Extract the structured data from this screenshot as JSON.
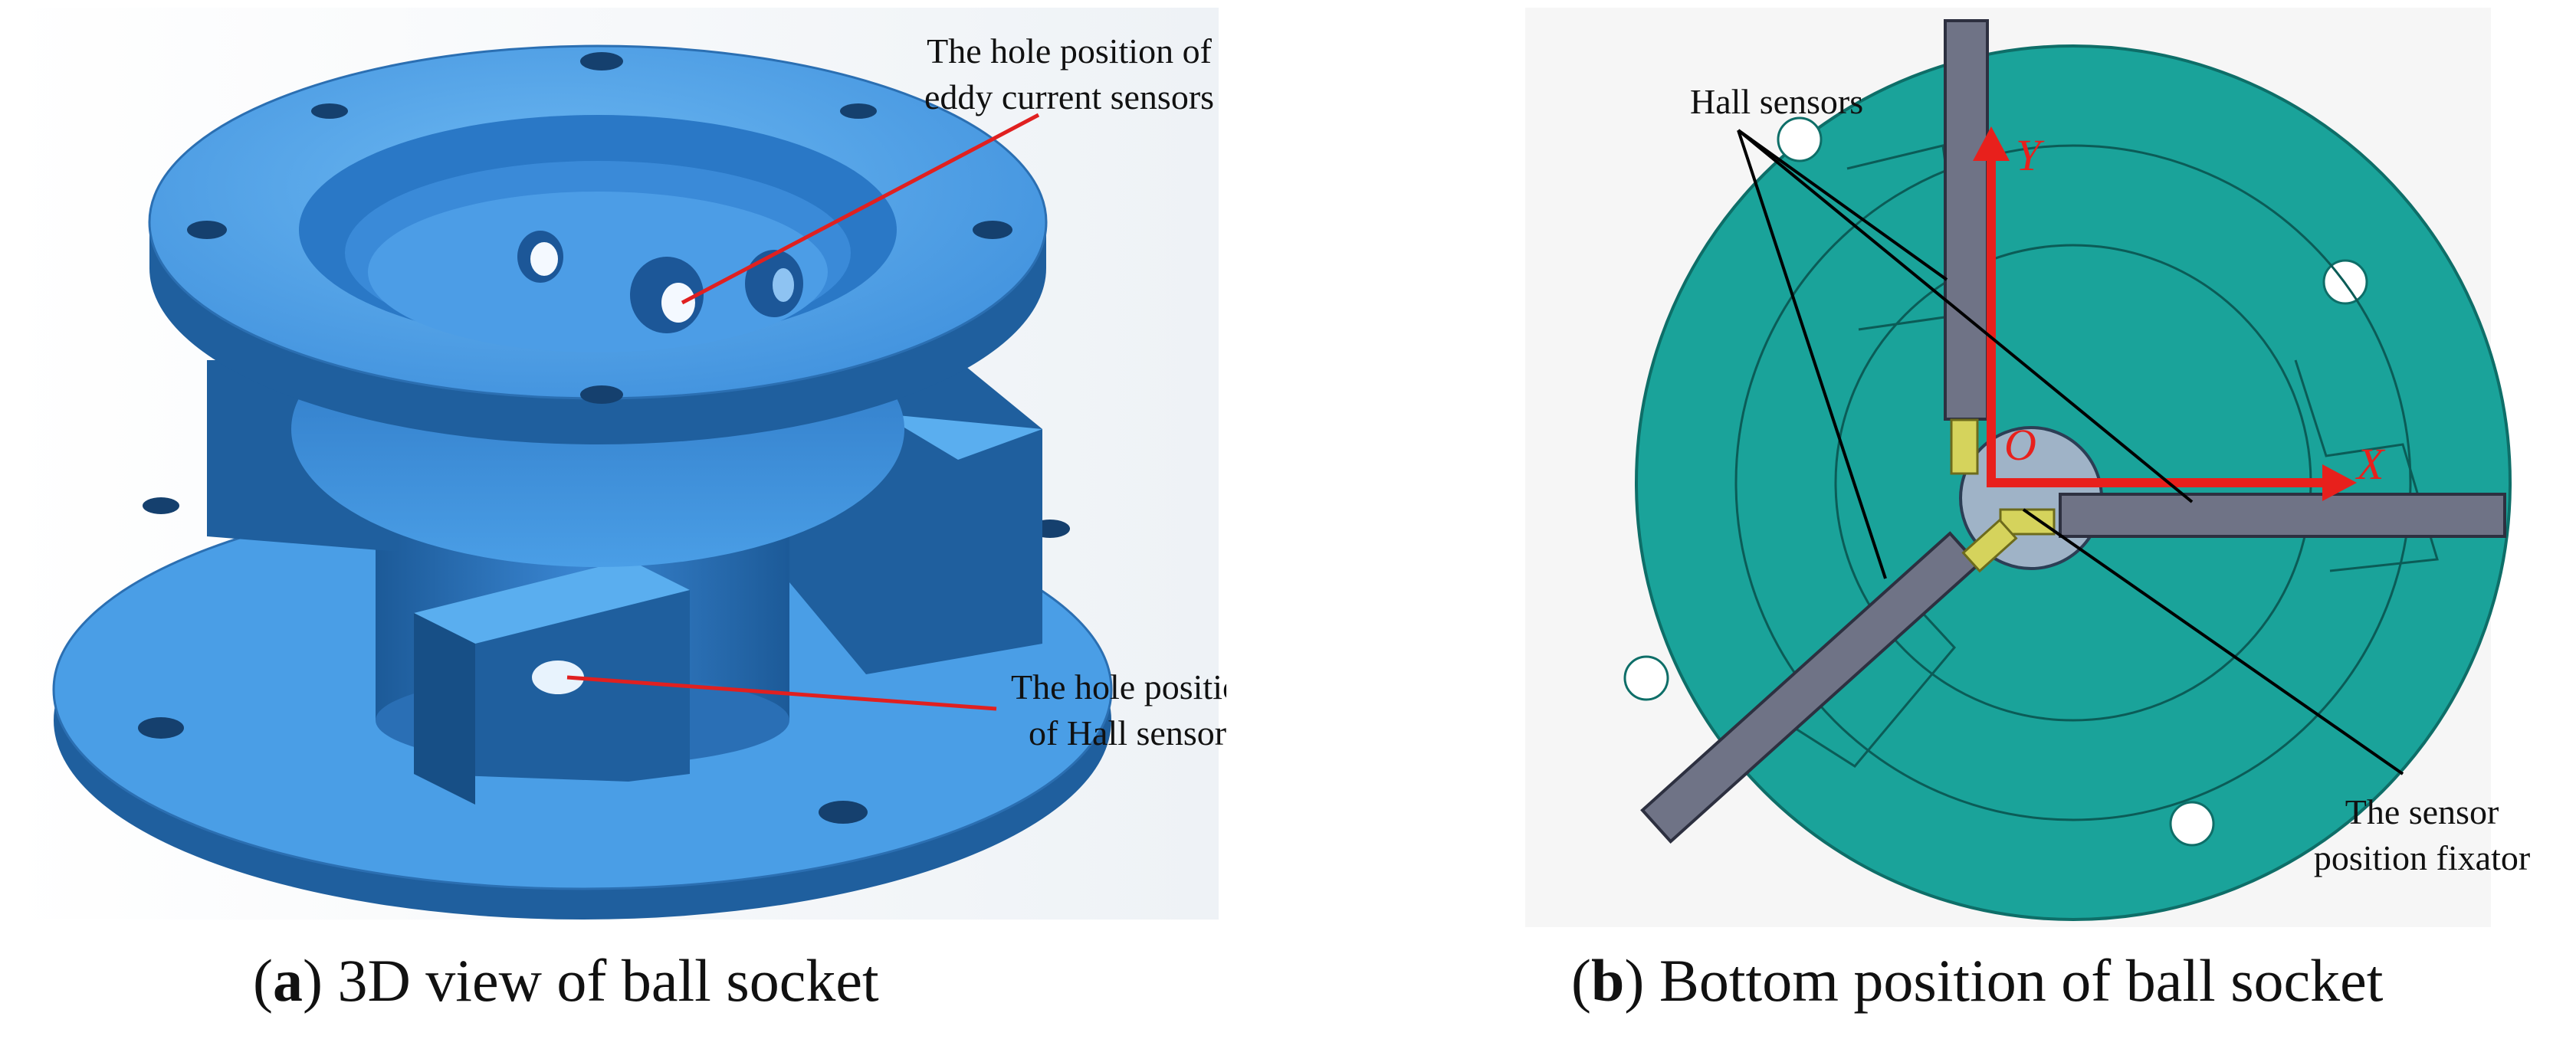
{
  "panel_a": {
    "label_eddy_line1": "The hole position of",
    "label_eddy_line2": "eddy current sensors",
    "label_hall_line1": "The hole position",
    "label_hall_line2": "of Hall sensors",
    "caption_letter": "a",
    "caption_text": " 3D view of ball socket"
  },
  "panel_b": {
    "label_hall_sensors": "Hall sensors",
    "axis_y": "Y",
    "axis_x": "X",
    "origin": "O",
    "label_fixator_line1": "The sensor",
    "label_fixator_line2": "position fixator",
    "caption_letter": "b",
    "caption_text": " Bottom position of ball socket"
  },
  "colors": {
    "part_blue": "#4a9ee6",
    "part_dark": "#1f5f9e",
    "plate_teal": "#1aa39a",
    "sensor_gray": "#6f7386",
    "axis_red": "#e8201c",
    "leader_red": "#e02020",
    "leader_black": "#000000"
  }
}
